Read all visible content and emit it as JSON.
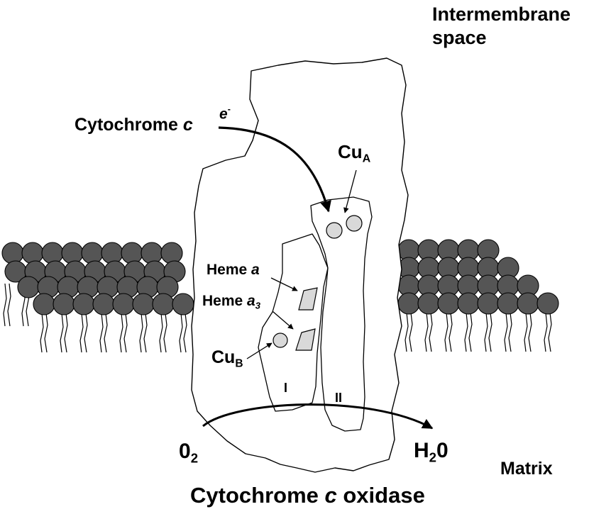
{
  "labels": {
    "intermembrane": "Intermembrane",
    "space": "space",
    "electron": "e",
    "electron_sup": "-",
    "cyt_c_word": "Cytochrome",
    "cyt_c_letter": "c",
    "cua_main": "Cu",
    "cua_sub": "A",
    "heme_a_word": "Heme",
    "heme_a_letter": "a",
    "heme_a3_word": "Heme",
    "heme_a3_letter": "a",
    "heme_a3_sub": "3",
    "cub_main": "Cu",
    "cub_sub": "B",
    "subunit_1": "I",
    "subunit_2": "II",
    "o2_main": "0",
    "o2_sub": "2",
    "h2o_h": "H",
    "h2o_sub": "2",
    "h2o_o": "0",
    "matrix": "Matrix",
    "title_word1": "Cytochrome",
    "title_letter": "c",
    "title_word2": "oxidase"
  },
  "colors": {
    "lipid_head": "#555555",
    "cofactor_fill": "#d9d9d9",
    "line": "#000000"
  }
}
